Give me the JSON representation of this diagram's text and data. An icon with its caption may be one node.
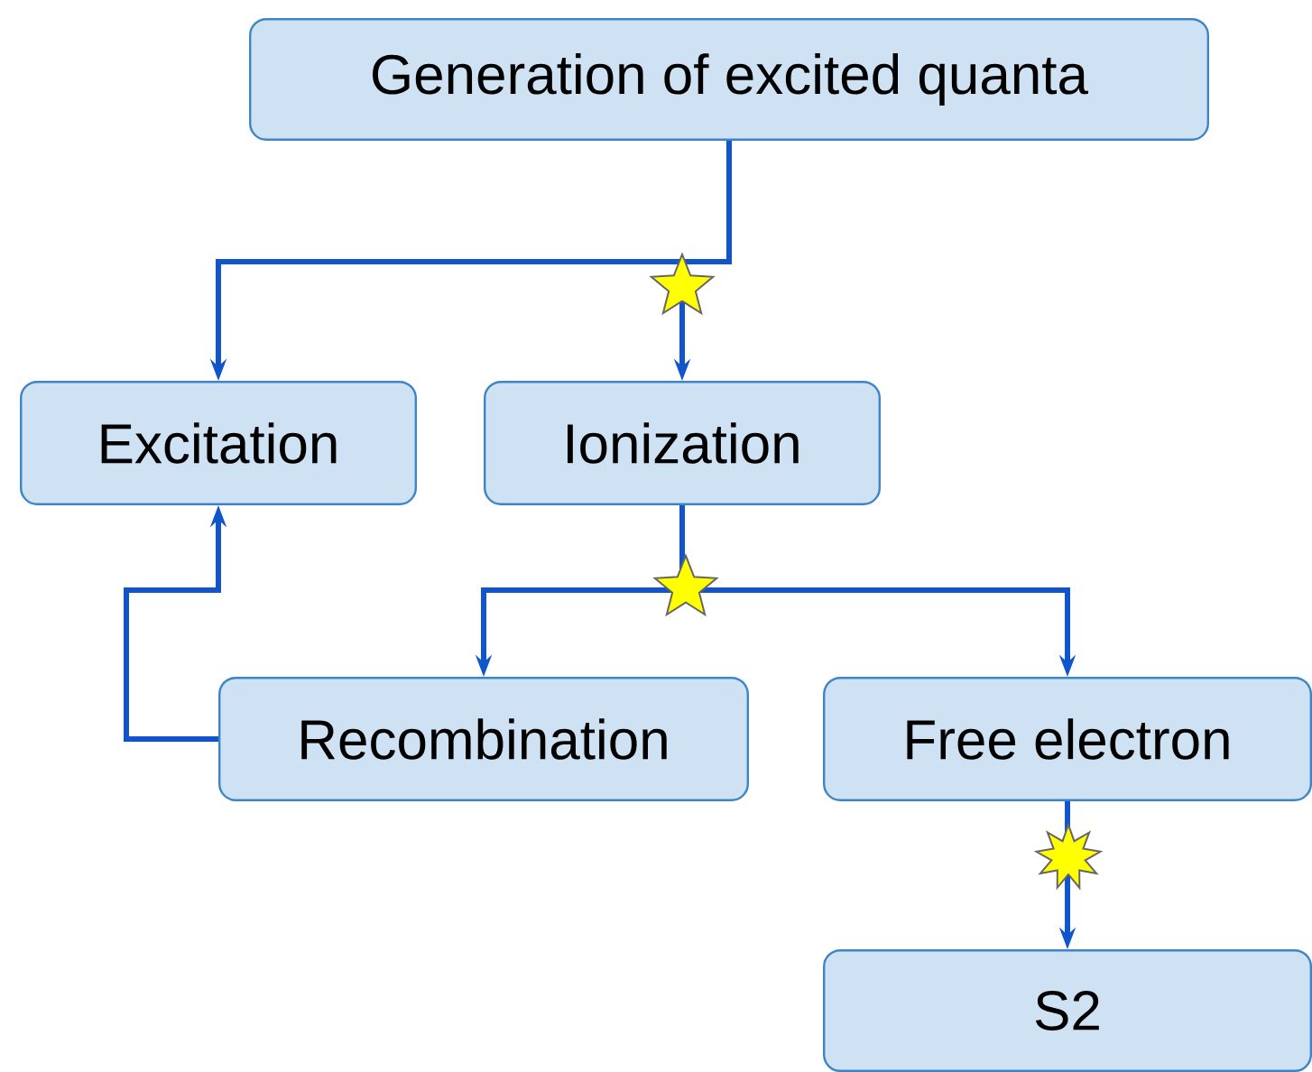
{
  "diagram": {
    "nodes": [
      {
        "text": [
          "Generation of excited quanta"
        ]
      },
      {
        "text": [
          "Excitation"
        ]
      },
      {
        "text": [
          "Ionization"
        ]
      },
      {
        "text": [
          "Recombination"
        ]
      },
      {
        "text": [
          "Free electron"
        ]
      },
      {
        "text": [
          "S2"
        ]
      }
    ],
    "edges": [
      {
        "from": 0,
        "to": 1,
        "arrow": "to"
      },
      {
        "from": 0,
        "to": 2,
        "arrow": "to"
      },
      {
        "from": 2,
        "to": 3,
        "arrow": "to"
      },
      {
        "from": 2,
        "to": 4,
        "arrow": "to"
      },
      {
        "from": 3,
        "to": 1,
        "arrow": "to"
      },
      {
        "from": 4,
        "to": 5,
        "arrow": "to"
      }
    ]
  }
}
